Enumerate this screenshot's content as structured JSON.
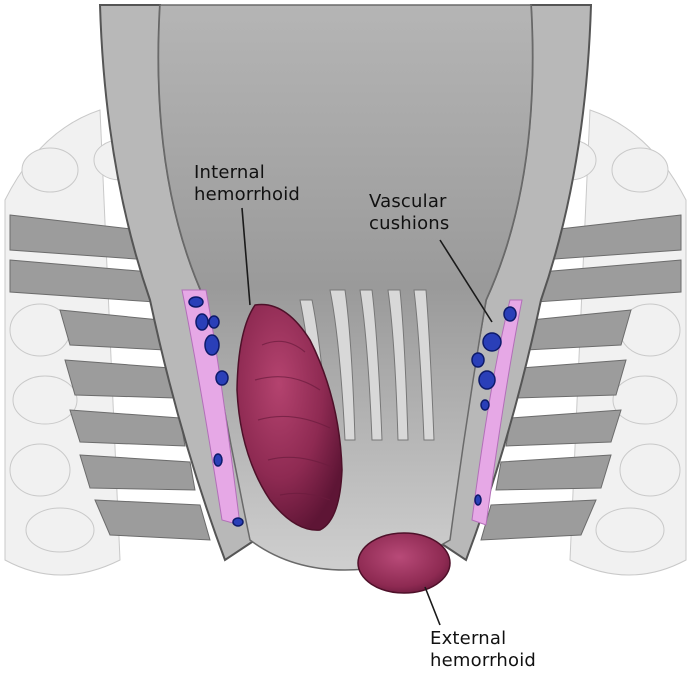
{
  "labels": {
    "internal_hemorrhoid": "Internal\nhemorrhoid",
    "vascular_cushions": "Vascular\ncushions",
    "external_hemorrhoid": "External\nhemorrhoid"
  },
  "colors": {
    "background": "#ffffff",
    "tissue_gray": "#8c8c8c",
    "hemorrhoid": "#8e2a52",
    "vascular_lining": "#e6a8e6",
    "vessel_blue": "#2a3fb8",
    "label_text": "#111111"
  }
}
